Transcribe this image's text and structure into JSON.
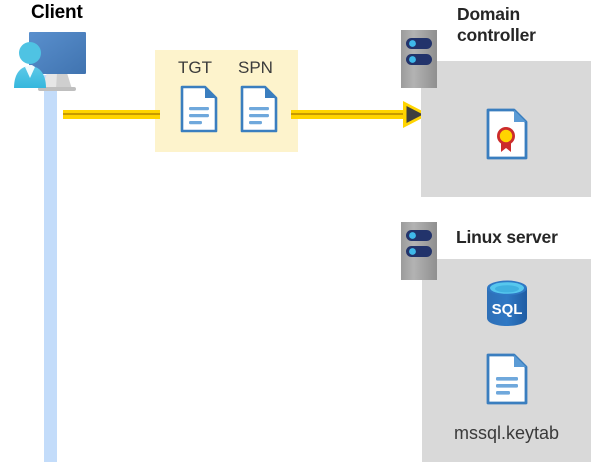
{
  "diagram": {
    "title_client": "Client",
    "actors": [
      {
        "id": "client",
        "label": "Client"
      },
      {
        "id": "domain-controller",
        "label": "Domain controller"
      },
      {
        "id": "linux-server",
        "label": "Linux server"
      }
    ],
    "message": {
      "box_label_1": "TGT",
      "box_label_2": "SPN",
      "direction": "client-to-domain-controller",
      "arrow_color": "#ffd400",
      "box_color": "#fdf3cc"
    },
    "domain_controller": {
      "title": "Domain controller",
      "panel_color": "#d9d9d9",
      "contents": [
        {
          "icon": "certificate-document-icon",
          "label": ""
        }
      ]
    },
    "linux_server": {
      "title": "Linux server",
      "panel_color": "#d9d9d9",
      "contents": [
        {
          "icon": "sql-database-icon",
          "label": "SQL"
        },
        {
          "icon": "keytab-document-icon",
          "label": "mssql.keytab"
        }
      ],
      "sql_text": "SQL",
      "keytab_filename": "mssql.keytab"
    },
    "colors": {
      "lifeline": "#c3dcfa",
      "panel": "#d9d9d9",
      "accent_yellow": "#ffd400",
      "accent_blue": "#3a7ebf",
      "text_dark": "#262626"
    }
  }
}
